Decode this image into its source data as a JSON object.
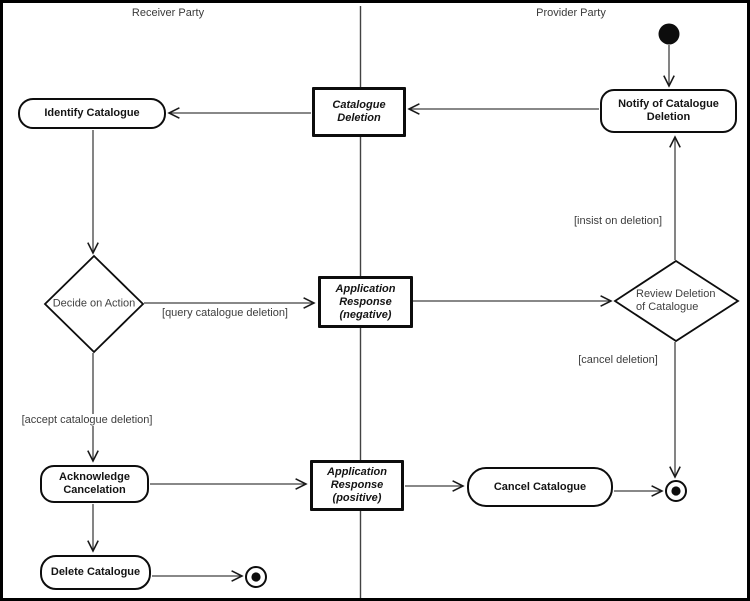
{
  "diagram": {
    "kind": "uml-activity-diagram",
    "subject": "Catalogue Deletion process"
  },
  "swimlanes": {
    "receiver": {
      "label": "Receiver Party"
    },
    "provider": {
      "label": "Provider Party"
    }
  },
  "nodes": {
    "initial_state": {
      "type": "initial-state"
    },
    "notify_of_catalogue_deletion": {
      "type": "activity",
      "label": "Notify of Catalogue Deletion"
    },
    "catalogue_deletion": {
      "type": "object",
      "label": "Catalogue Deletion"
    },
    "identify_catalogue": {
      "type": "activity",
      "label": "Identify Catalogue"
    },
    "decide_on_action": {
      "type": "decision",
      "label": "Decide on Action"
    },
    "application_response_negative": {
      "type": "object",
      "label": "Application Response (negative)"
    },
    "review_deletion_of_catalogue": {
      "type": "decision",
      "label": "Review Deletion of Catalogue"
    },
    "acknowledge_cancelation": {
      "type": "activity",
      "label": "Acknowledge Cancelation"
    },
    "application_response_positive": {
      "type": "object",
      "label": "Application Response (positive)"
    },
    "cancel_catalogue": {
      "type": "activity",
      "label": "Cancel Catalogue"
    },
    "delete_catalogue": {
      "type": "activity",
      "label": "Delete Catalogue"
    },
    "final_state_provider": {
      "type": "final-state"
    },
    "final_state_receiver": {
      "type": "final-state"
    }
  },
  "guards": {
    "query_catalogue_deletion": {
      "label": "[query catalogue deletion]"
    },
    "accept_catalogue_deletion": {
      "label": "[accept catalogue deletion]"
    },
    "insist_on_deletion": {
      "label": "[insist on deletion]"
    },
    "cancel_deletion": {
      "label": "[cancel deletion]"
    }
  },
  "colors": {
    "background": "#ffffff",
    "node_border": "#0d0d0d",
    "connector_line": "#424242",
    "text": "#3d3d3d"
  }
}
